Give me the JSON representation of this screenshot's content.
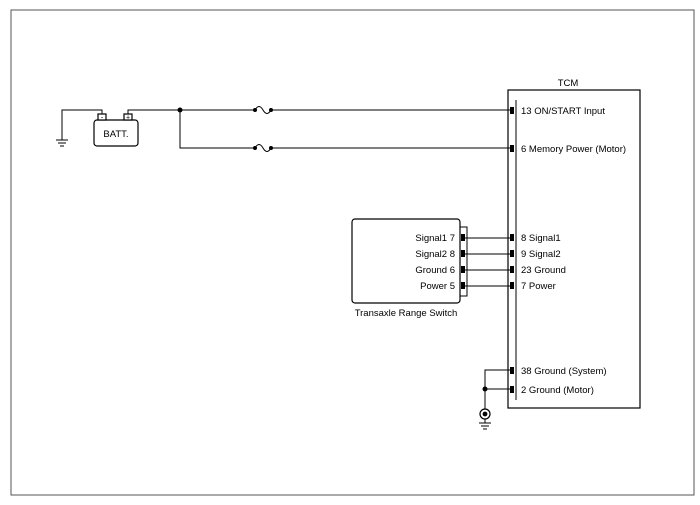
{
  "tcm": {
    "title": "TCM",
    "pins": [
      "13 ON/START Input",
      "6 Memory Power (Motor)",
      "8 Signal1",
      "9 Signal2",
      "23 Ground",
      "7 Power",
      "38 Ground (System)",
      "2 Ground (Motor)"
    ]
  },
  "battery": {
    "label": "BATT.",
    "neg_symbol": "-",
    "pos_symbol": "+"
  },
  "switch": {
    "title": "Transaxle Range Switch",
    "pins": [
      "Signal1 7",
      "Signal2 8",
      "Ground 6",
      "Power 5"
    ]
  }
}
